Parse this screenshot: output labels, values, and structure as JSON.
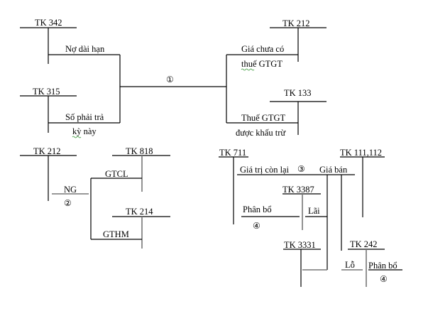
{
  "diagram": {
    "title": "Sơ đồ hạch toán TSCĐ",
    "accounts": {
      "tk342": "TK 342",
      "tk315": "TK 315",
      "tk212_top": "TK 212",
      "tk133": "TK 133",
      "tk212_bottom": "TK 212",
      "tk818": "TK 818",
      "tk214": "TK 214",
      "tk711": "TK 711",
      "tk111_112": "TK 111,112",
      "tk3387": "TK 3387",
      "tk3331": "TK 3331",
      "tk242": "TK 242"
    },
    "labels": {
      "no_dai_han": "Nợ dài hạn",
      "so_phai_tra_1": "Số phải trả",
      "so_phai_tra_2": "kỳ này",
      "gia_chua_co_1": "Giá chưa có",
      "gia_chua_co_2": "thuế GTGT",
      "thue_gtgt_1": "Thuế GTGT",
      "thue_gtgt_2": "được khấu trừ",
      "ng": "NG",
      "gtcl": "GTCL",
      "gthm": "GTHM",
      "gia_tri_con_lai": "Giá trị còn lại",
      "gia_ban": "Giá bán",
      "phan_bo_left": "Phân bổ",
      "lai": "Lãi",
      "lo": "Lỗ",
      "phan_bo_right": "Phân bổ"
    },
    "step_markers": {
      "step1": "①",
      "step2": "②",
      "step3": "③",
      "step4_left": "④",
      "step4_right": "④"
    }
  }
}
